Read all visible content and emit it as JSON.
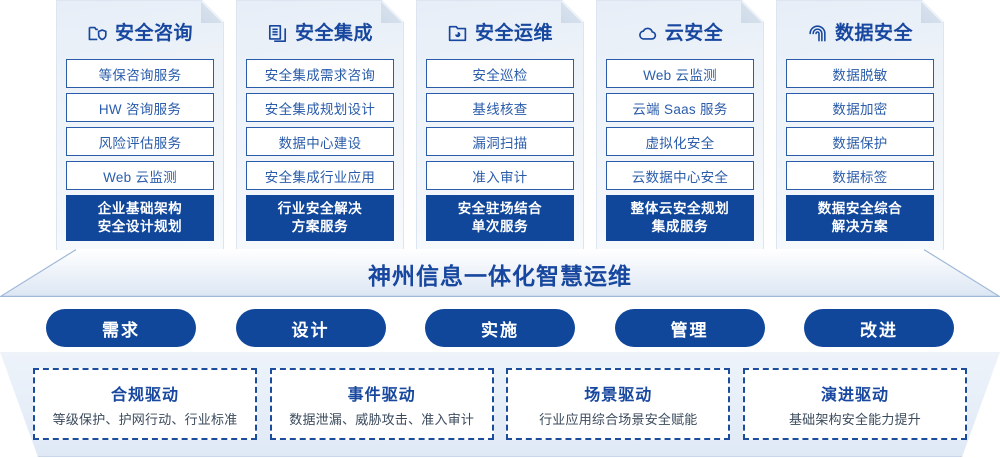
{
  "columns": [
    {
      "icon": "folder-shield-icon",
      "title": "安全咨询",
      "items": [
        "等保咨询服务",
        "HW 咨询服务",
        "风险评估服务",
        "Web 云监测"
      ],
      "highlight": [
        "企业基础架构",
        "安全设计规划"
      ]
    },
    {
      "icon": "documents-copy-icon",
      "title": "安全集成",
      "items": [
        "安全集成需求咨询",
        "安全集成规划设计",
        "数据中心建设",
        "安全集成行业应用"
      ],
      "highlight": [
        "行业安全解决",
        "方案服务"
      ]
    },
    {
      "icon": "chart-folder-icon",
      "title": "安全运维",
      "items": [
        "安全巡检",
        "基线核查",
        "漏洞扫描",
        "准入审计"
      ],
      "highlight": [
        "安全驻场结合",
        "单次服务"
      ]
    },
    {
      "icon": "cloud-icon",
      "title": "云安全",
      "items": [
        "Web 云监测",
        "云端 Saas 服务",
        "虚拟化安全",
        "云数据中心安全"
      ],
      "highlight": [
        "整体云安全规划",
        "集成服务"
      ]
    },
    {
      "icon": "fingerprint-icon",
      "title": "数据安全",
      "items": [
        "数据脱敏",
        "数据加密",
        "数据保护",
        "数据标签"
      ],
      "highlight": [
        "数据安全综合",
        "解决方案"
      ]
    }
  ],
  "banner": {
    "text": "神州信息一体化智慧运维"
  },
  "pills": [
    {
      "label": "需求"
    },
    {
      "label": "设计"
    },
    {
      "label": "实施"
    },
    {
      "label": "管理"
    },
    {
      "label": "改进"
    }
  ],
  "drivers": [
    {
      "title": "合规驱动",
      "sub": "等级保护、护网行动、行业标准"
    },
    {
      "title": "事件驱动",
      "sub": "数据泄漏、威胁攻击、准入审计"
    },
    {
      "title": "场景驱动",
      "sub": "行业应用综合场景安全赋能"
    },
    {
      "title": "演进驱动",
      "sub": "基础架构安全能力提升"
    }
  ],
  "colors": {
    "brand_blue": "#10479b",
    "title_blue": "#17479e",
    "item_border": "#2a5caa",
    "card_bg_top": "#e7eef7"
  }
}
